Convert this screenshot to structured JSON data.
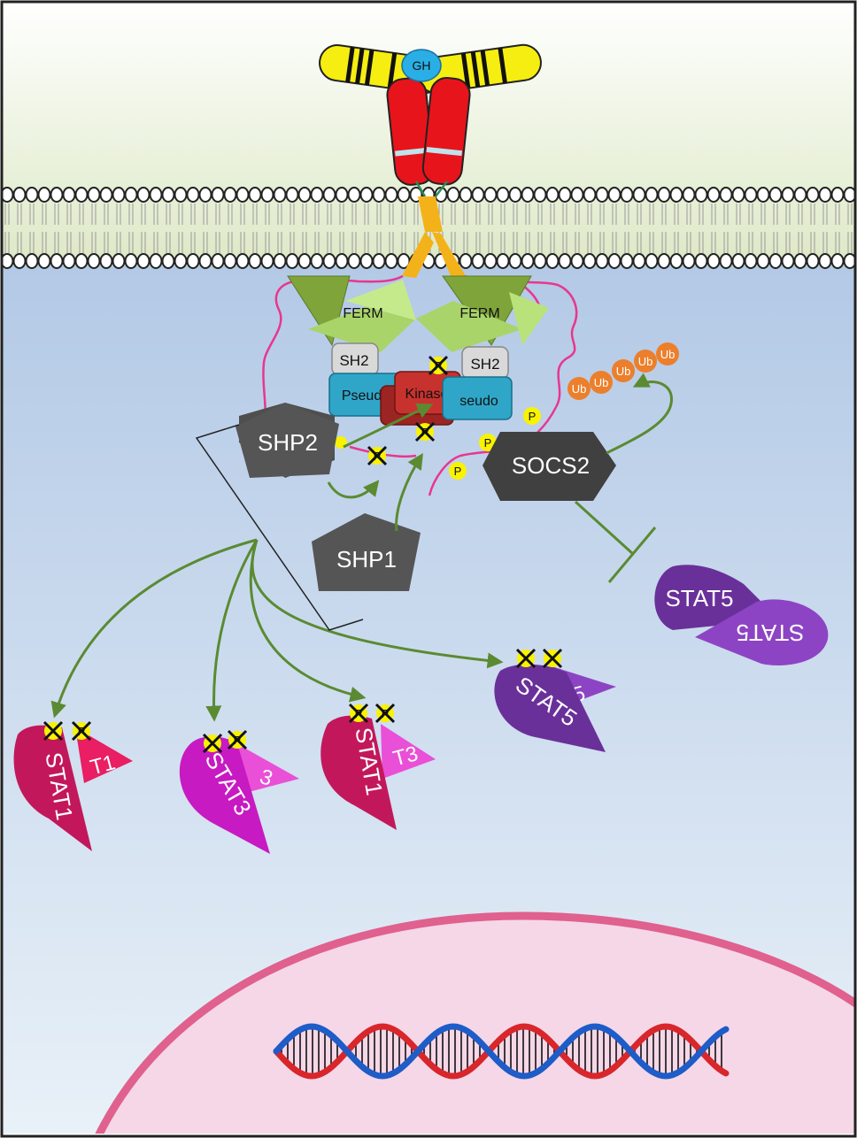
{
  "labels": {
    "gh": "GH",
    "ferm": "FERM",
    "sh2": "SH2",
    "pseudo_left": "Pseudo",
    "pseudo_right": "seudo",
    "kinase": "Kinase",
    "shp2": "SHP2",
    "shp1": "SHP1",
    "socs2": "SOCS2",
    "phospho": "P",
    "ubiquitin": "Ub",
    "stat1": "STAT1",
    "stat1_partial": "T1",
    "stat3": "STAT3",
    "stat3_partial": "T3",
    "stat3_short": "3",
    "stat5": "STAT5",
    "stat5_partial": "5"
  },
  "colors": {
    "extracellular": "#eef4e2",
    "cytoplasm_top": "#b9cde8",
    "cytoplasm_bottom": "#e4eef7",
    "nucleus": "#f4d6e6",
    "nuclear_envelope": "#e0608e",
    "gh": "#29aee6",
    "receptor_extracellular": "#f5ee10",
    "receptor_stem": "#e8141b",
    "transmembrane": "#f4b21a",
    "ferm_dark": "#7fa43a",
    "ferm_light": "#b9e27a",
    "sh2": "#d9d9d9",
    "pseudo": "#2fa6c8",
    "kinase": "#c8322e",
    "phosphatase": "#4f4f4f",
    "socs2": "#404040",
    "linker": "#e8368f",
    "ubiquitin": "#ec7f2c",
    "phospho_tag": "#f9f200",
    "arrow": "#5b8a32",
    "stat1": "#c2185b",
    "stat1_b": "#e91e63",
    "stat3": "#c71ac2",
    "stat3_b": "#ea4fd7",
    "stat5": "#6a3099",
    "stat5_b": "#8d44c4",
    "dna_red": "#d8262b",
    "dna_blue": "#1e5cc8"
  },
  "icons": [
    "membrane-lipid-bilayer",
    "growth-hormone",
    "receptor-dimer",
    "jak2-kinase",
    "phosphatase-pentagon",
    "socs2-hexagon",
    "stat-dimer",
    "dna-double-helix",
    "inhibition-bar"
  ]
}
